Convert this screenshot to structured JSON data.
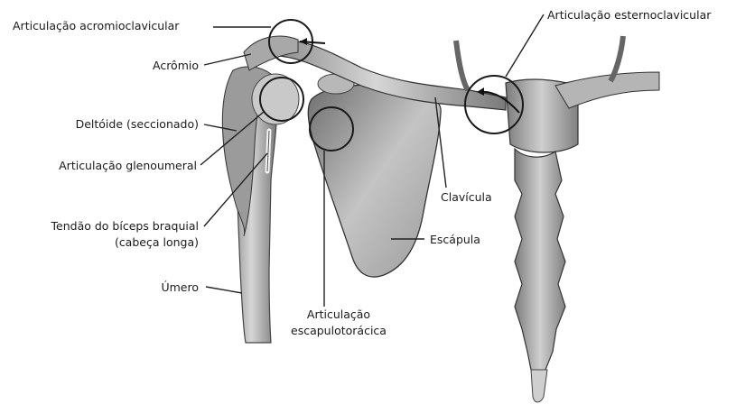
{
  "labels": {
    "acromioclavicular": "Articulação acromioclavicular",
    "acromio": "Acrômio",
    "deltoide": "Deltóide (seccionado)",
    "glenoumeral": "Articulação glenoumeral",
    "biceps_line1": "Tendão do bíceps braquial",
    "biceps_line2": "(cabeça longa)",
    "umero": "Úmero",
    "escapulotoracica_line1": "Articulação",
    "escapulotoracica_line2": "escapulotorácica",
    "esternoclavicular": "Articulação esternoclavicular",
    "clavicula": "Clavícula",
    "escapula": "Escápula"
  }
}
